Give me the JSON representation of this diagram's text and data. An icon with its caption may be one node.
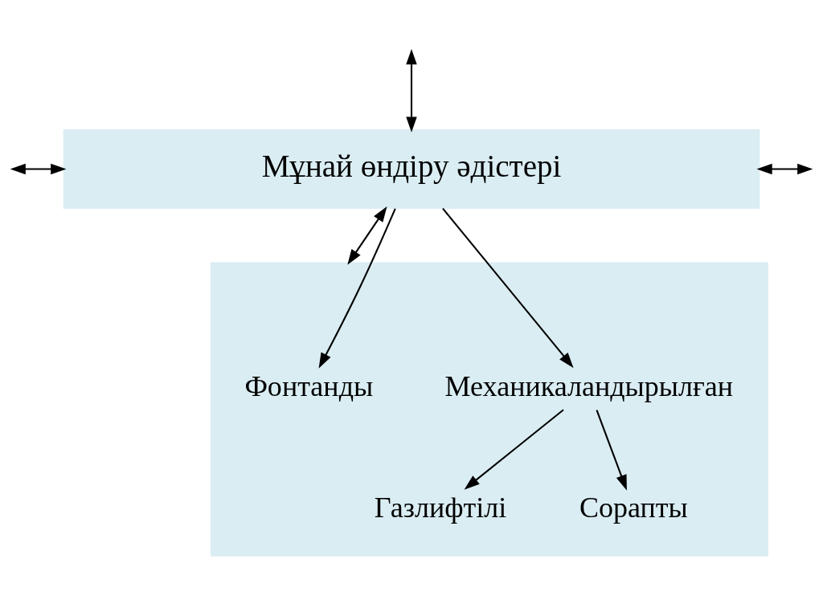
{
  "diagram": {
    "nodes": [
      {
        "text": [
          "Мұнай өндіру әдістері"
        ]
      },
      {
        "text": [],
        "shape": "box"
      },
      {
        "text": [
          "Фонтанды"
        ],
        "in": 1
      },
      {
        "text": [
          "Механикаландырылған"
        ],
        "in": 1
      },
      {
        "text": [
          "Газлифтілі"
        ],
        "in": 1
      },
      {
        "text": [
          "Сорапты"
        ],
        "in": 1
      }
    ],
    "edges": [
      {
        "from": null,
        "to": 0,
        "arrow": "both"
      },
      {
        "from": null,
        "to": 0,
        "arrow": "both"
      },
      {
        "from": 0,
        "to": null,
        "arrow": "both"
      },
      {
        "from": 0,
        "to": 1,
        "arrow": "both"
      },
      {
        "from": 0,
        "to": 2,
        "arrow": "to"
      },
      {
        "from": 0,
        "to": 3,
        "arrow": "to"
      },
      {
        "from": 3,
        "to": 4,
        "arrow": "to"
      },
      {
        "from": 3,
        "to": 5,
        "arrow": "to"
      }
    ]
  }
}
